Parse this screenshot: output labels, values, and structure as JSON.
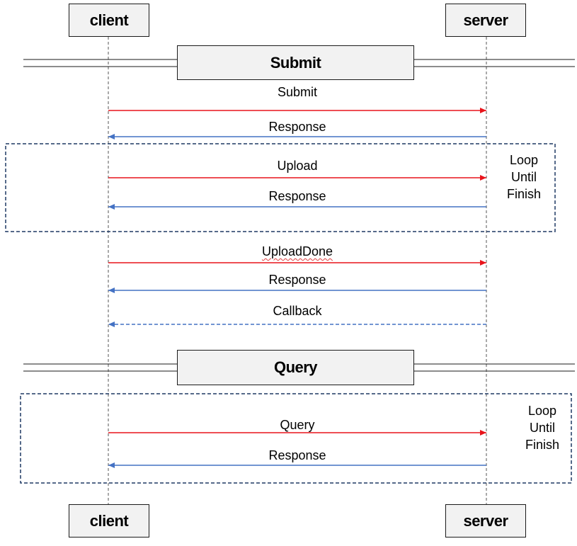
{
  "actors": {
    "client": "client",
    "server": "server"
  },
  "sections": {
    "submit": "Submit",
    "query": "Query"
  },
  "messages": [
    {
      "label": "Submit",
      "from": "client",
      "to": "server",
      "style": "solid",
      "color": "#e8141b"
    },
    {
      "label": "Response",
      "from": "server",
      "to": "client",
      "style": "solid",
      "color": "#4472c4"
    },
    {
      "label": "Upload",
      "from": "client",
      "to": "server",
      "style": "solid",
      "color": "#e8141b"
    },
    {
      "label": "Response",
      "from": "server",
      "to": "client",
      "style": "solid",
      "color": "#4472c4"
    },
    {
      "label": "UploadDone",
      "from": "client",
      "to": "server",
      "style": "solid",
      "color": "#e8141b"
    },
    {
      "label": "Response",
      "from": "server",
      "to": "client",
      "style": "solid",
      "color": "#4472c4"
    },
    {
      "label": "Callback",
      "from": "server",
      "to": "client",
      "style": "dashed",
      "color": "#4472c4"
    },
    {
      "label": "Query",
      "from": "client",
      "to": "server",
      "style": "solid",
      "color": "#e8141b"
    },
    {
      "label": "Response",
      "from": "server",
      "to": "client",
      "style": "solid",
      "color": "#4472c4"
    }
  ],
  "loops": [
    {
      "lines": [
        "Loop",
        "Until",
        "Finish"
      ]
    },
    {
      "lines": [
        "Loop",
        "Until",
        "Finish"
      ]
    }
  ],
  "colors": {
    "request": "#e8141b",
    "response": "#4472c4",
    "loop_border": "#1f3864",
    "lifeline": "#555555"
  }
}
